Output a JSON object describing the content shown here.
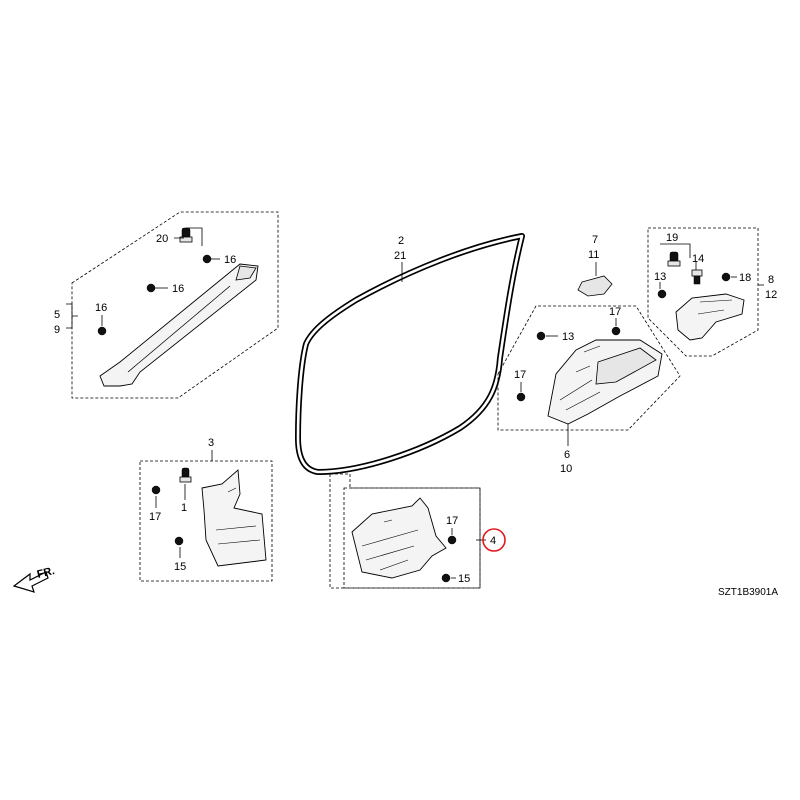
{
  "diagram_code": "SZT1B3901A",
  "direction_label": "FR.",
  "highlight_color": "#e0191c",
  "callouts": {
    "c20": "20",
    "c16a": "16",
    "c16b": "16",
    "c16c": "16",
    "c5": "5",
    "c9": "9",
    "c2": "2",
    "c21": "21",
    "c7": "7",
    "c11": "11",
    "c19": "19",
    "c13a": "13",
    "c14": "14",
    "c18": "18",
    "c8": "8",
    "c12": "12",
    "c13b": "13",
    "c17a": "17",
    "c17b": "17",
    "c6": "6",
    "c10": "10",
    "c3": "3",
    "c1": "1",
    "c17c": "17",
    "c15a": "15",
    "c17d": "17",
    "c4": "4",
    "c15b": "15"
  }
}
